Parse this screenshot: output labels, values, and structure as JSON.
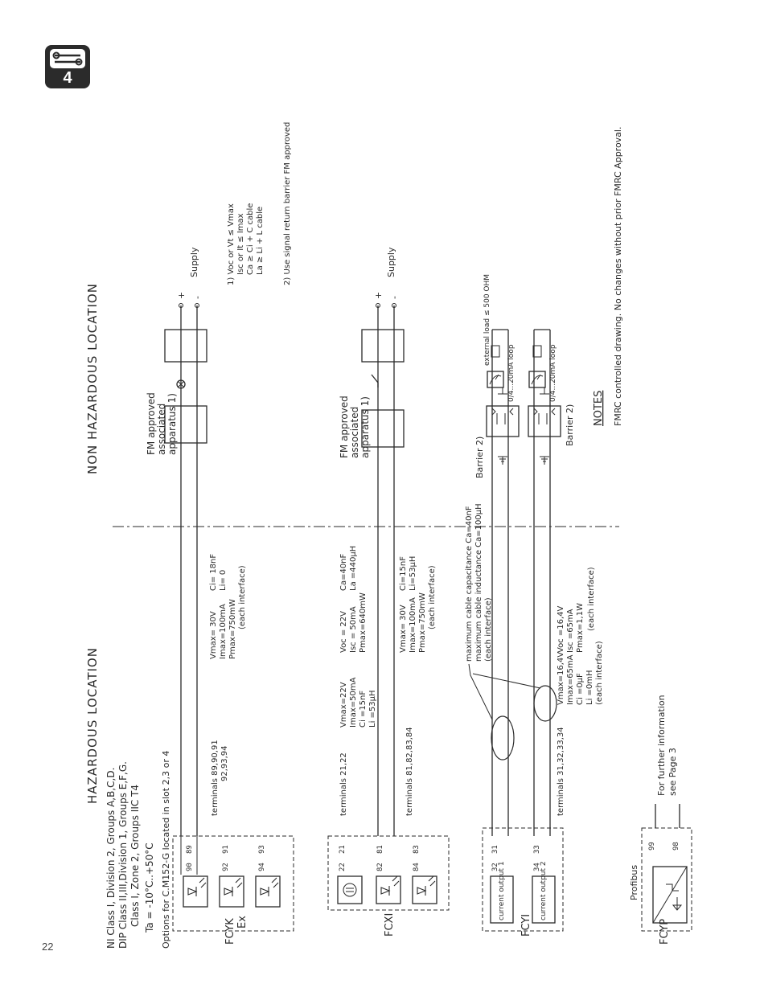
{
  "chapter_badge": {
    "number": "4",
    "icon": "wrench-screwdriver-icon"
  },
  "page_number": "22",
  "hazardous": {
    "heading": "HAZARDOUS LOCATION",
    "classes": [
      "NI  Class I, Division 2, Groups A,B,C,D.",
      "DIP Class II,III,Division 1, Groups E,F,G.",
      "Class I, Zone 2, Groups IIC T4"
    ],
    "ta": "Ta = -10°C..+50°C",
    "options": "Options for C.M152-G located in slot 2,3 or 4"
  },
  "non_hazardous": {
    "heading": "NON HAZARDOUS LOCATION"
  },
  "fcyk": {
    "label": "FCYK",
    "label2": "Ex",
    "terminals": [
      "89",
      "90",
      "91",
      "92",
      "93",
      "94"
    ],
    "terminal_text": "terminals 89,90,91",
    "terminal_text2": "92,93,94",
    "params_left": [
      "Vmax= 30V",
      "Imax=100mA",
      "Pmax=750mW"
    ],
    "params_right": [
      "Ci= 18nF",
      "Li= 0"
    ],
    "each": "(each interface)",
    "apparatus": [
      "FM approved",
      "associated",
      "apparatus 1)"
    ],
    "supply": "Supply"
  },
  "fcxi": {
    "label": "FCXI",
    "terminals": [
      "21",
      "22",
      "81",
      "82",
      "83",
      "84"
    ],
    "terminal_text_a": "terminals 21,22",
    "terminal_text_b": "terminals 81,82,83,84",
    "params_a_left": [
      "Vmax=22V",
      "Imax=50mA",
      "Ci =15nF",
      "Li =53µH"
    ],
    "params_a_mid": [
      "Voc = 22V",
      "Isc = 50mA",
      "Pmax=640mW"
    ],
    "params_a_right": [
      "Ca=40nF",
      "La =440µH"
    ],
    "params_b_left": [
      "Vmax= 30V",
      "Imax=100mA",
      "Pmax=750mW"
    ],
    "params_b_right": [
      "Ci=15nF",
      "Li=53µH"
    ],
    "each": "(each interface)",
    "apparatus": [
      "FM approved",
      "associated",
      "apparatus 1)"
    ],
    "supply": "Supply"
  },
  "fcyi": {
    "label": "FCYI",
    "terminals": [
      "31",
      "32",
      "33",
      "34"
    ],
    "outputs": [
      "current output 1",
      "current output 2"
    ],
    "terminal_text": "terminals 31,32,33,34",
    "cable_note": [
      "maximum cable capacitance Ca=40nF",
      "maximum cable inductance Ca=100µH",
      "(each interface)"
    ],
    "params_left": [
      "Vmax=16,4V",
      "Imax=65mA",
      "Ci =0µF",
      "Li =0mH",
      "(each interface)"
    ],
    "params_right": [
      "Voc =16,4V",
      "Isc =65mA",
      "Pmax=1,1W",
      "(each interface)"
    ],
    "barrier1": "Barrier 2)",
    "barrier2": "Barrier 2)",
    "loop1": "0/4...20mA loop",
    "loop2": "0/4...20mA loop",
    "external_load": "external load ≤ 500 OHM"
  },
  "fcyp": {
    "label": "FCYP",
    "bus": "Profibus",
    "terminals": [
      "99",
      "98"
    ],
    "note": [
      "For further information",
      "see Page 3"
    ]
  },
  "footnotes": [
    "1) Voc or Vt ≤ Vmax",
    "Isc or It ≤ Imax",
    "Ca ≥ Ci + C cable",
    "La ≥ Li + L cable",
    "2) Use signal return barrier FM approved"
  ],
  "notes": {
    "title": "NOTES",
    "text": "FMRC controlled drawing. No changes without prior FMRC Approval."
  }
}
